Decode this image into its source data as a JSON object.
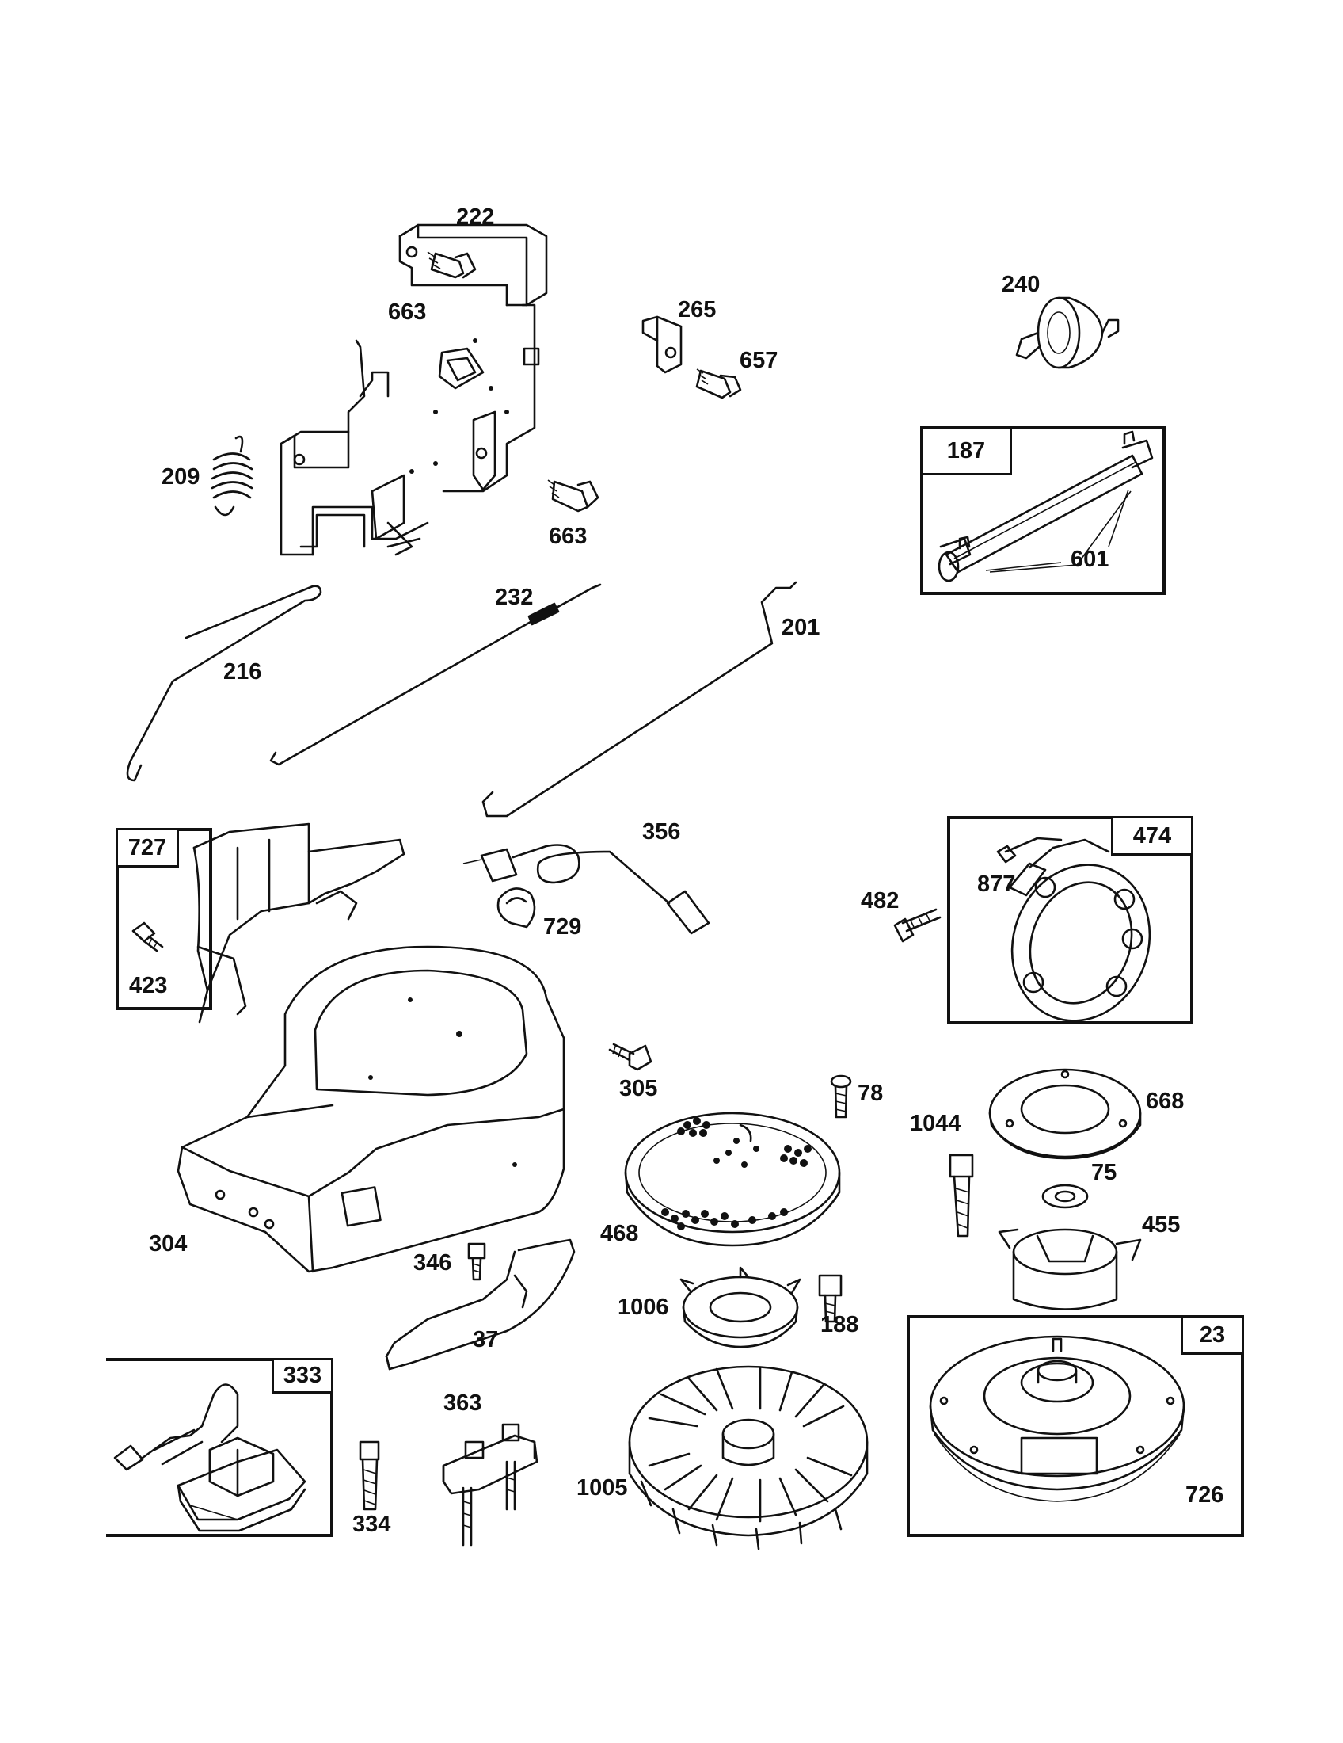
{
  "diagram": {
    "callouts": {
      "l222": "222",
      "l663a": "663",
      "l265": "265",
      "l657": "657",
      "l240": "240",
      "l209": "209",
      "l663b": "663",
      "l601": "601",
      "l232": "232",
      "l201": "201",
      "l216": "216",
      "l356": "356",
      "l729": "729",
      "l482": "482",
      "l877": "877",
      "l423": "423",
      "l305": "305",
      "l78": "78",
      "l668": "668",
      "l1044": "1044",
      "l75": "75",
      "l455": "455",
      "l468": "468",
      "l304": "304",
      "l346": "346",
      "l1006": "1006",
      "l188": "188",
      "l37": "37",
      "l363": "363",
      "l334": "334",
      "l1005": "1005",
      "l726": "726"
    },
    "boxed_assemblies": {
      "b187": "187",
      "b727": "727",
      "b474": "474",
      "b333": "333",
      "b23": "23"
    }
  }
}
